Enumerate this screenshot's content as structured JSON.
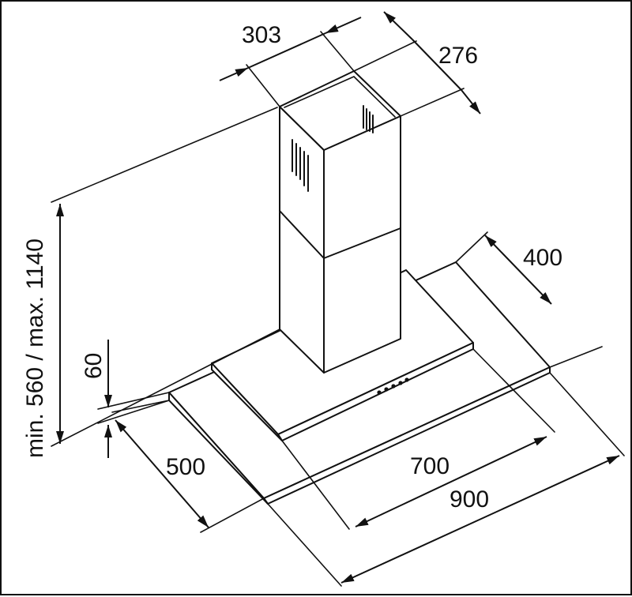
{
  "drawing": {
    "subject": "chimney-cooker-hood",
    "dimension_unit": "mm",
    "labels": {
      "chimney_width": "303",
      "chimney_depth": "276",
      "height_range": "min. 560 / max. 1140",
      "canopy_thickness": "60",
      "canopy_depth": "500",
      "glass_depth": "400",
      "glass_width": "700",
      "canopy_width": "900"
    }
  }
}
